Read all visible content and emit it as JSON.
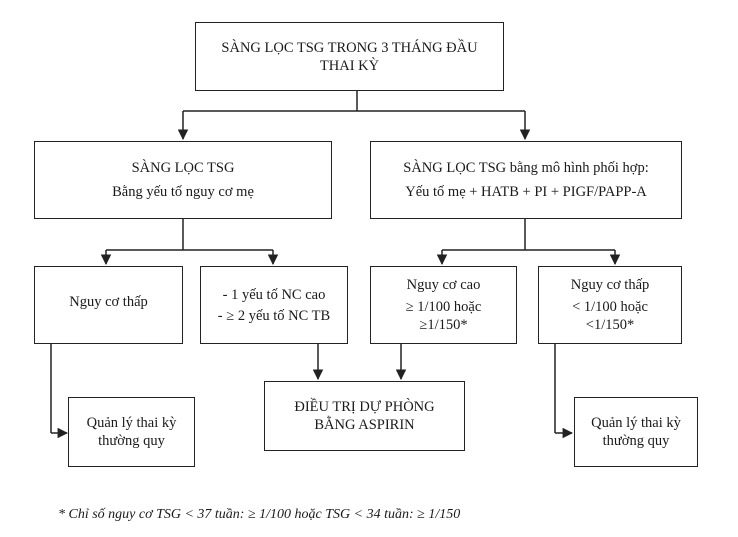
{
  "diagram": {
    "top": {
      "line1": "SÀNG LỌC TSG TRONG 3 THÁNG ĐẦU",
      "line2": "THAI KỲ"
    },
    "left_branch": {
      "line1": "SÀNG LỌC TSG",
      "line2": "Bằng yếu tố nguy cơ mẹ"
    },
    "right_branch": {
      "line1": "SÀNG LỌC TSG bằng mô hình phối hợp:",
      "line2": "Yếu tố mẹ + HATB + PI + PIGF/PAPP-A"
    },
    "low_risk_left": {
      "line1": "Nguy cơ thấp"
    },
    "risk_factors": {
      "line1": "- 1 yếu tố NC cao",
      "line2": "- ≥ 2 yếu tố NC TB"
    },
    "high_risk": {
      "line1": "Nguy cơ cao",
      "line2": "≥ 1/100 hoặc",
      "line3": "≥1/150*"
    },
    "low_risk_right": {
      "line1": "Nguy cơ thấp",
      "line2": "< 1/100 hoặc",
      "line3": "<1/150*"
    },
    "routine_left": {
      "line1": "Quản lý thai kỳ",
      "line2": "thường quy"
    },
    "aspirin": {
      "line1": "ĐIỀU TRỊ DỰ PHÒNG",
      "line2": "BẰNG ASPIRIN"
    },
    "routine_right": {
      "line1": "Quản lý thai kỳ",
      "line2": "thường quy"
    }
  },
  "footnote": "* Chỉ số nguy cơ TSG < 37 tuần: ≥ 1/100 hoặc TSG < 34 tuần: ≥ 1/150"
}
